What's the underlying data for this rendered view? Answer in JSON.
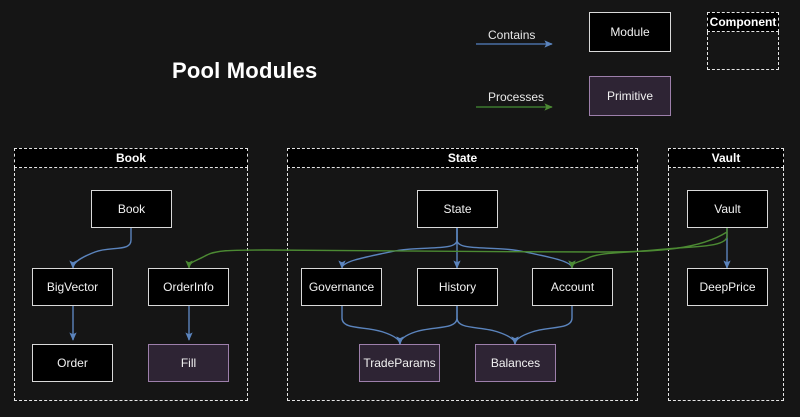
{
  "page": {
    "title": "Pool Modules",
    "background_color": "#151515"
  },
  "legend": {
    "contains_label": "Contains",
    "processes_label": "Processes",
    "module_label": "Module",
    "primitive_label": "Primitive",
    "component_label": "Component",
    "contains_color": "#4a6fa5",
    "processes_color": "#3d7a2e",
    "module_fill": "#000000",
    "module_border": "#d9d9d9",
    "primitive_fill": "#2e2434",
    "primitive_border": "#9d7fab"
  },
  "groups": [
    {
      "id": "book",
      "label": "Book"
    },
    {
      "id": "state",
      "label": "State"
    },
    {
      "id": "vault",
      "label": "Vault"
    }
  ],
  "nodes": {
    "book": {
      "label": "Book",
      "type": "module"
    },
    "bigvector": {
      "label": "BigVector",
      "type": "module"
    },
    "orderinfo": {
      "label": "OrderInfo",
      "type": "module"
    },
    "order": {
      "label": "Order",
      "type": "module"
    },
    "fill": {
      "label": "Fill",
      "type": "primitive"
    },
    "state": {
      "label": "State",
      "type": "module"
    },
    "governance": {
      "label": "Governance",
      "type": "module"
    },
    "history": {
      "label": "History",
      "type": "module"
    },
    "account": {
      "label": "Account",
      "type": "module"
    },
    "tradeparams": {
      "label": "TradeParams",
      "type": "primitive"
    },
    "balances": {
      "label": "Balances",
      "type": "primitive"
    },
    "vault": {
      "label": "Vault",
      "type": "module"
    },
    "deepprice": {
      "label": "DeepPrice",
      "type": "module"
    }
  },
  "edges": [
    {
      "from": "book",
      "to": "bigvector",
      "kind": "contains"
    },
    {
      "from": "book",
      "to": "orderinfo",
      "kind": "contains"
    },
    {
      "from": "bigvector",
      "to": "order",
      "kind": "contains"
    },
    {
      "from": "orderinfo",
      "to": "fill",
      "kind": "contains"
    },
    {
      "from": "state",
      "to": "governance",
      "kind": "contains"
    },
    {
      "from": "state",
      "to": "history",
      "kind": "contains"
    },
    {
      "from": "state",
      "to": "account",
      "kind": "contains"
    },
    {
      "from": "governance",
      "to": "tradeparams",
      "kind": "contains"
    },
    {
      "from": "history",
      "to": "tradeparams",
      "kind": "contains"
    },
    {
      "from": "history",
      "to": "balances",
      "kind": "contains"
    },
    {
      "from": "account",
      "to": "balances",
      "kind": "contains"
    },
    {
      "from": "vault",
      "to": "deepprice",
      "kind": "contains"
    },
    {
      "from": "vault",
      "to": "account",
      "kind": "processes"
    },
    {
      "from": "vault",
      "to": "orderinfo",
      "kind": "processes"
    }
  ]
}
